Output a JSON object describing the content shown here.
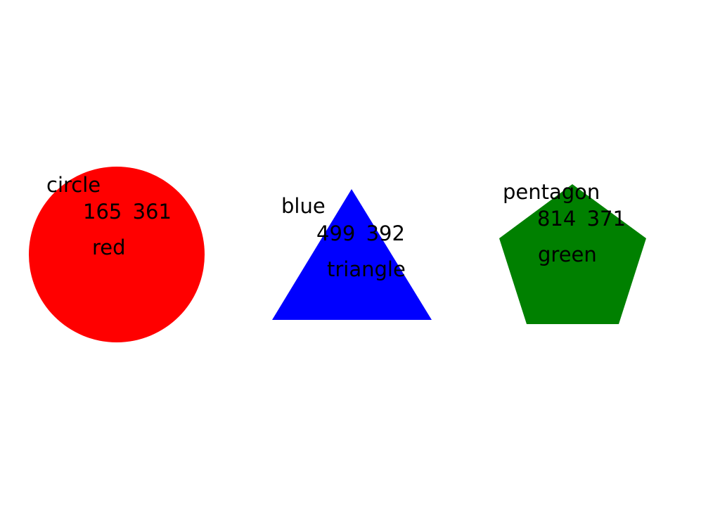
{
  "shapes": [
    {
      "shape": "circle",
      "coords": "165 361",
      "color": "red",
      "fill": "#ff0000"
    },
    {
      "shape": "triangle",
      "coords": "499 392",
      "color": "blue",
      "fill": "#0000ff"
    },
    {
      "shape": "pentagon",
      "coords": "814 371",
      "color": "green",
      "fill": "#008000"
    }
  ]
}
